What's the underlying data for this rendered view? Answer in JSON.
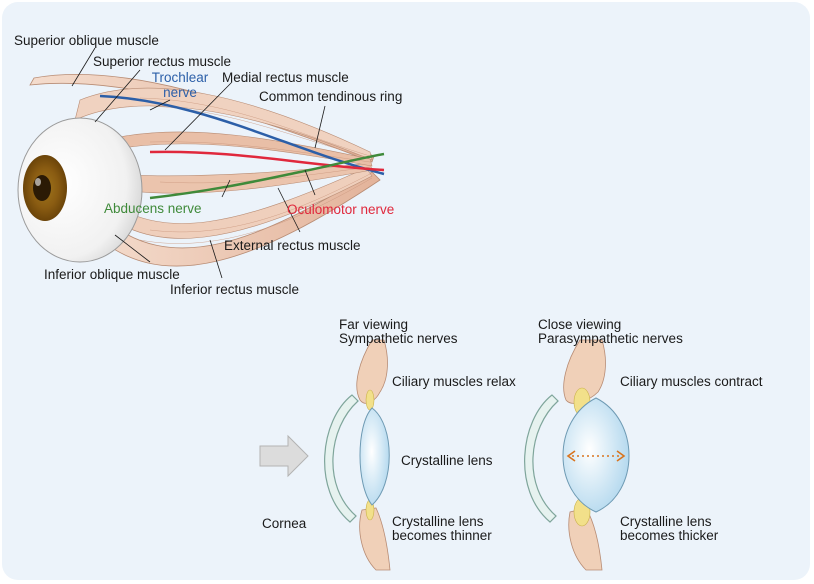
{
  "colors": {
    "panel_background": "#ecf3fa",
    "muscle": "#ecc9b3",
    "trochlear_nerve": "#2c5fa8",
    "abducens_nerve": "#3f8a3a",
    "oculomotor_nerve": "#e0283c",
    "lens": "#cfe7f4",
    "ciliary": "#f2e08a",
    "arrow": "#dcdcdc"
  },
  "top_diagram": {
    "superior_oblique": "Superior oblique muscle",
    "superior_rectus": "Superior rectus muscle",
    "trochlear_line1": "Trochlear",
    "trochlear_line2": "nerve",
    "medial_rectus": "Medial rectus muscle",
    "common_ring": "Common tendinous ring",
    "oculomotor": "Oculomotor nerve",
    "abducens": "Abducens nerve",
    "external_rectus": "External rectus muscle",
    "inferior_oblique": "Inferior oblique muscle",
    "inferior_rectus": "Inferior rectus muscle"
  },
  "far": {
    "title": "Far viewing",
    "subtitle": "Sympathetic nerves",
    "ciliary": "Ciliary muscles relax",
    "lens": "Crystalline lens",
    "cornea": "Cornea",
    "result_line1": "Crystalline lens",
    "result_line2": "becomes thinner"
  },
  "close": {
    "title": "Close viewing",
    "subtitle": "Parasympathetic nerves",
    "ciliary": "Ciliary muscles contract",
    "result_line1": "Crystalline lens",
    "result_line2": "becomes thicker"
  }
}
